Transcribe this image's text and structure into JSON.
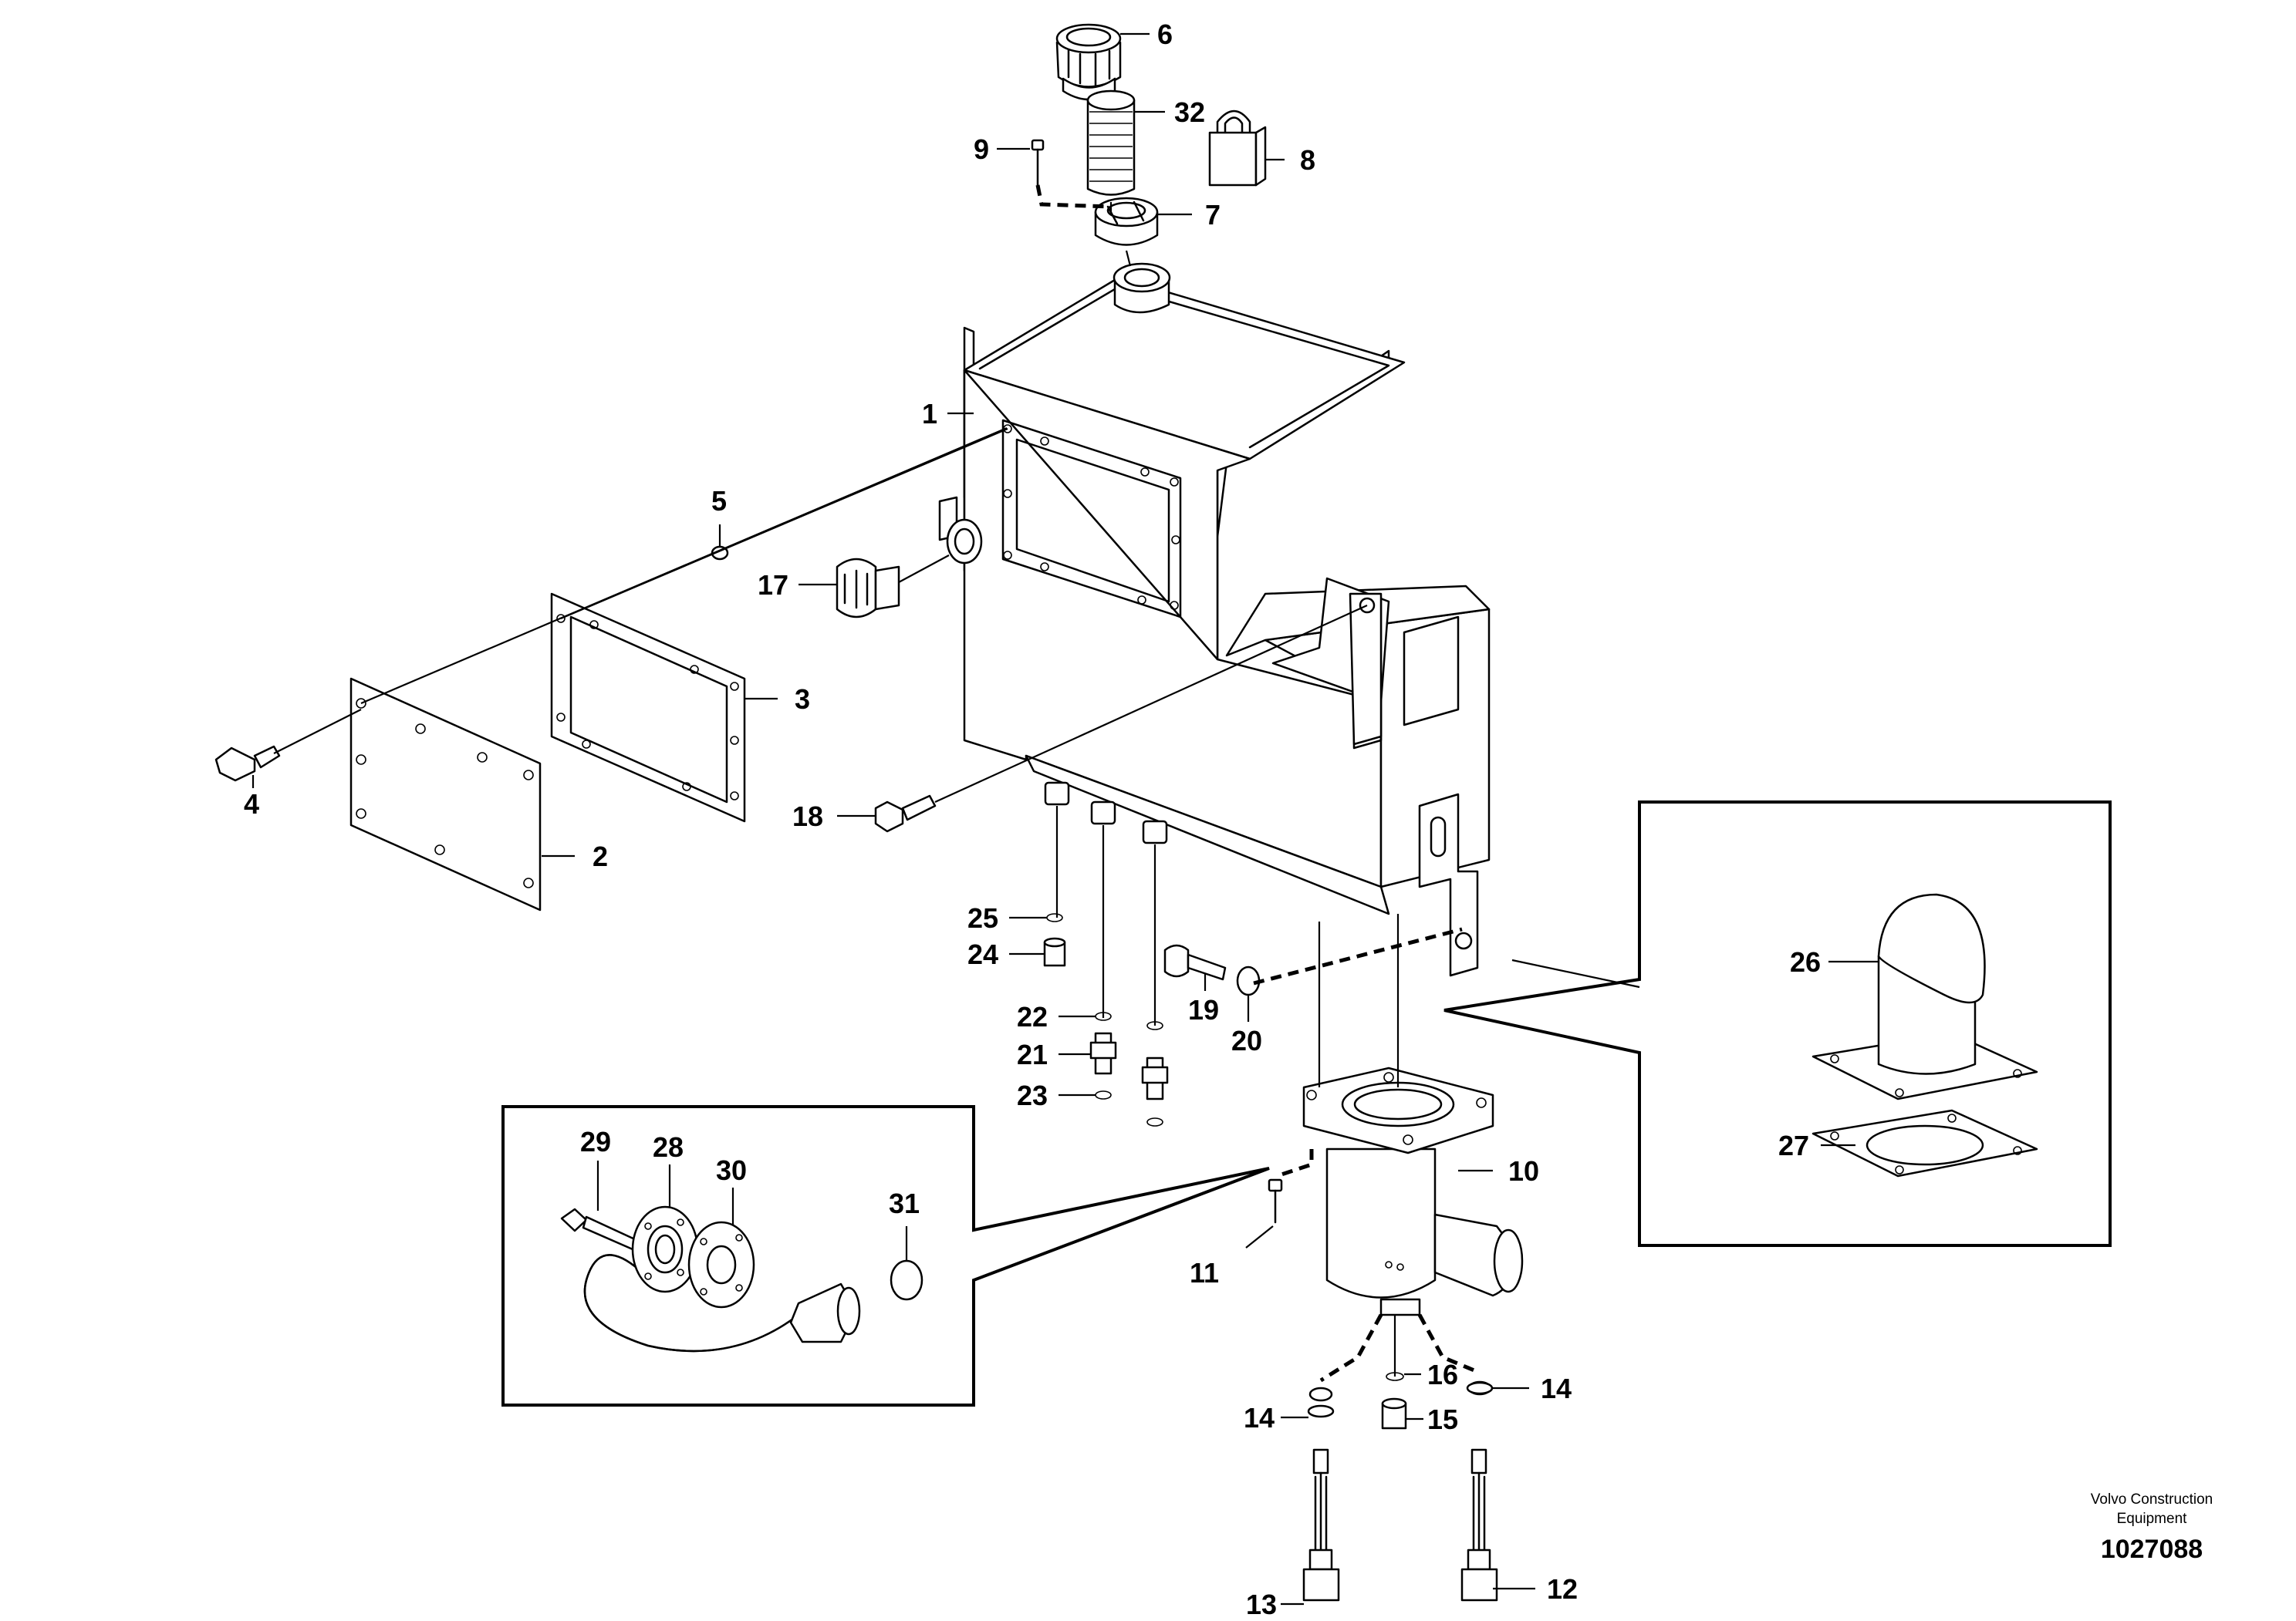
{
  "brand": {
    "line1": "Volvo Construction",
    "line2": "Equipment"
  },
  "document_number": "1027088",
  "callouts": {
    "c1": "1",
    "c2": "2",
    "c3": "3",
    "c4": "4",
    "c5": "5",
    "c6": "6",
    "c7": "7",
    "c8": "8",
    "c9": "9",
    "c10": "10",
    "c11": "11",
    "c12": "12",
    "c13": "13",
    "c14a": "14",
    "c14b": "14",
    "c15": "15",
    "c16": "16",
    "c17": "17",
    "c18": "18",
    "c19": "19",
    "c20": "20",
    "c21": "21",
    "c22": "22",
    "c23": "23",
    "c24": "24",
    "c25": "25",
    "c26": "26",
    "c27": "27",
    "c28": "28",
    "c29": "29",
    "c30": "30",
    "c31": "31",
    "c32": "32"
  }
}
